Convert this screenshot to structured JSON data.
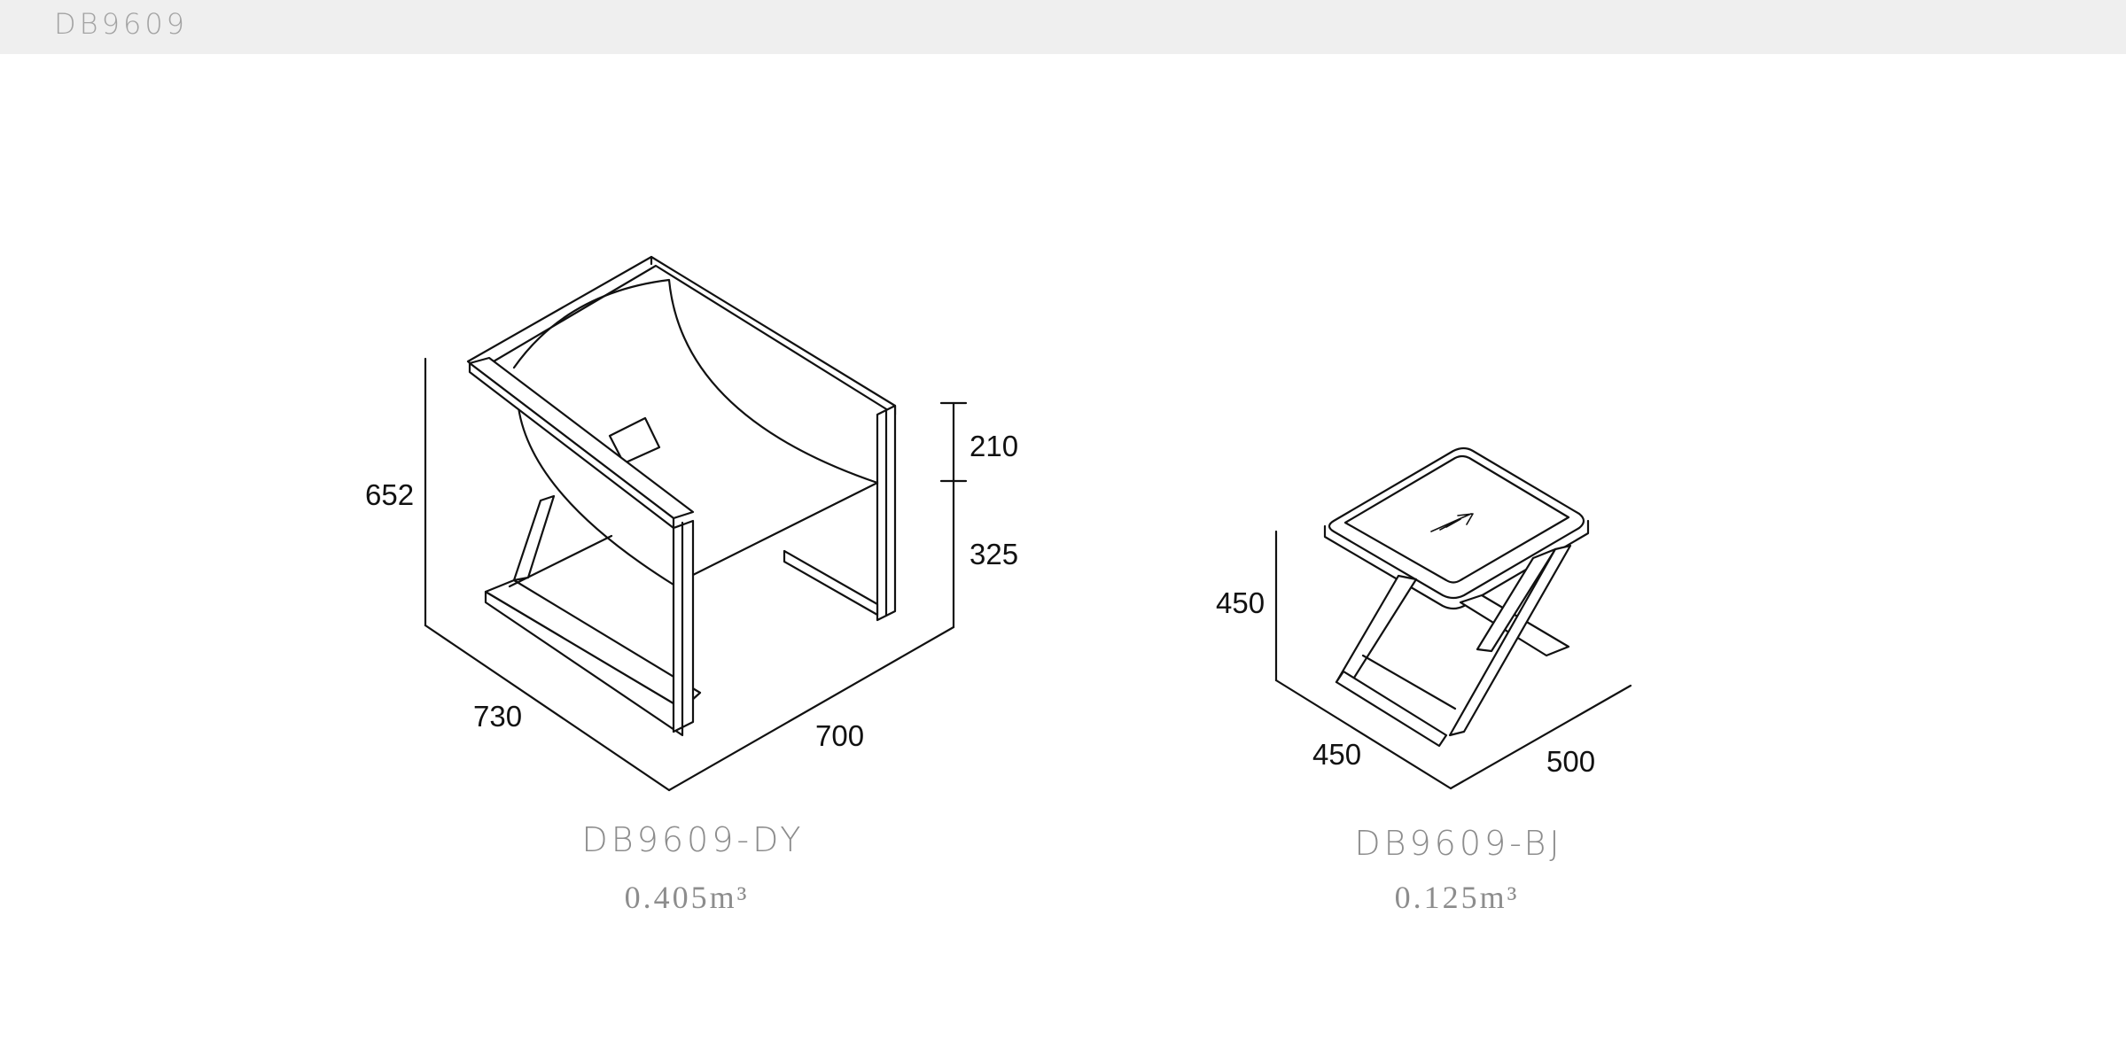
{
  "header": {
    "title": "DB9609"
  },
  "products": [
    {
      "model": "DB9609-DY",
      "volume": "0.405m³",
      "dimensions": {
        "height": "652",
        "depth": "730",
        "width": "700",
        "seat_height": "325",
        "arm_rise": "210"
      }
    },
    {
      "model": "DB9609-BJ",
      "volume": "0.125m³",
      "dimensions": {
        "height": "450",
        "depth": "450",
        "width": "500"
      }
    }
  ]
}
